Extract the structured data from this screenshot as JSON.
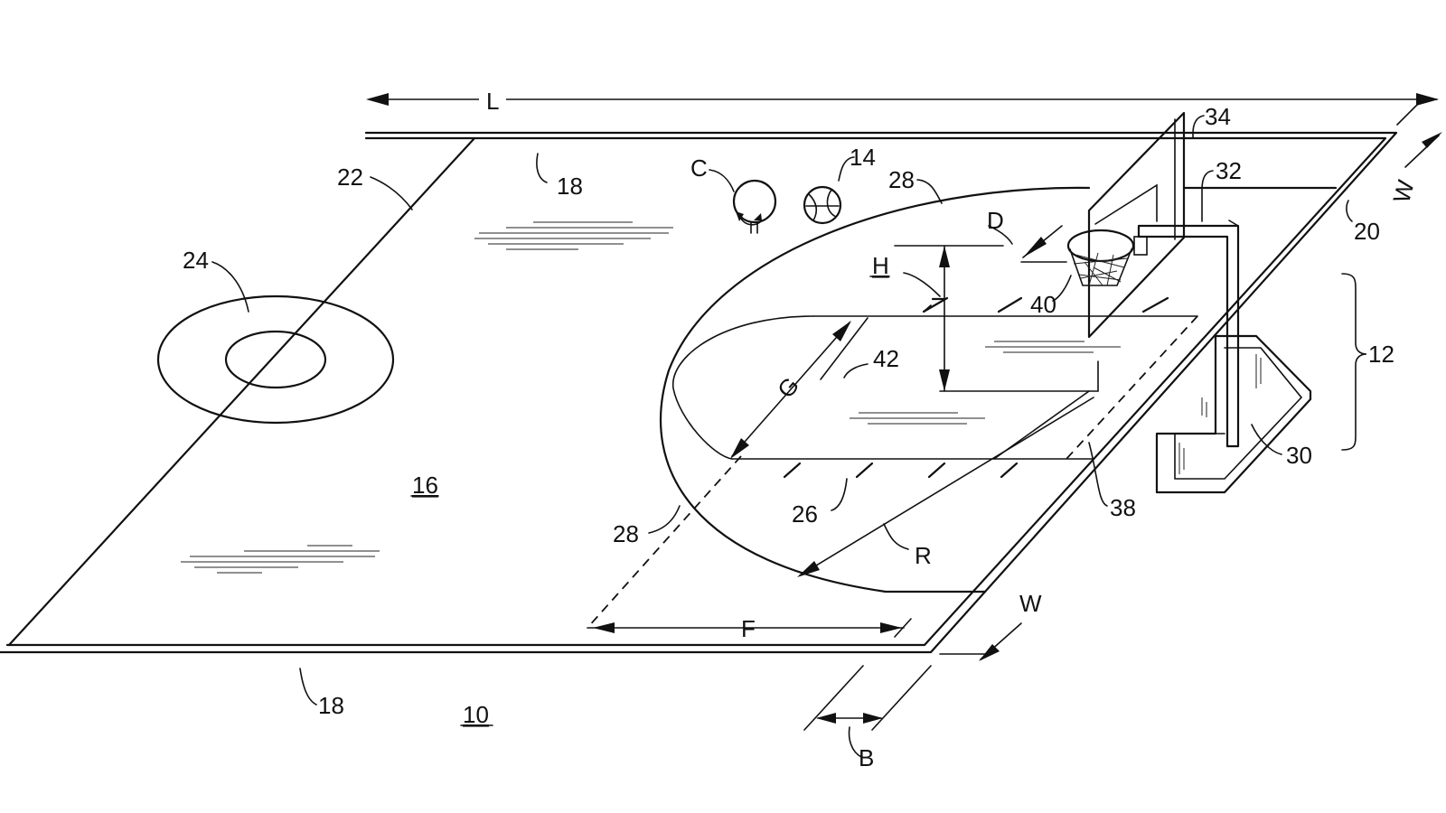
{
  "labels": {
    "L": "L",
    "n34": "34",
    "n32": "32",
    "W_top": "W",
    "n20": "20",
    "n18_top": "18",
    "n22": "22",
    "C": "C",
    "n14": "14",
    "n28_top": "28",
    "D": "D",
    "H": "H",
    "n24": "24",
    "n40": "40",
    "n42": "42",
    "G": "G",
    "n12": "12",
    "n30": "30",
    "n16": "16",
    "n26": "26",
    "n38": "38",
    "n28_bottom": "28",
    "R": "R",
    "W_bottom": "W",
    "F": "F",
    "n18_bottom": "18",
    "n10": "10",
    "B": "B"
  }
}
